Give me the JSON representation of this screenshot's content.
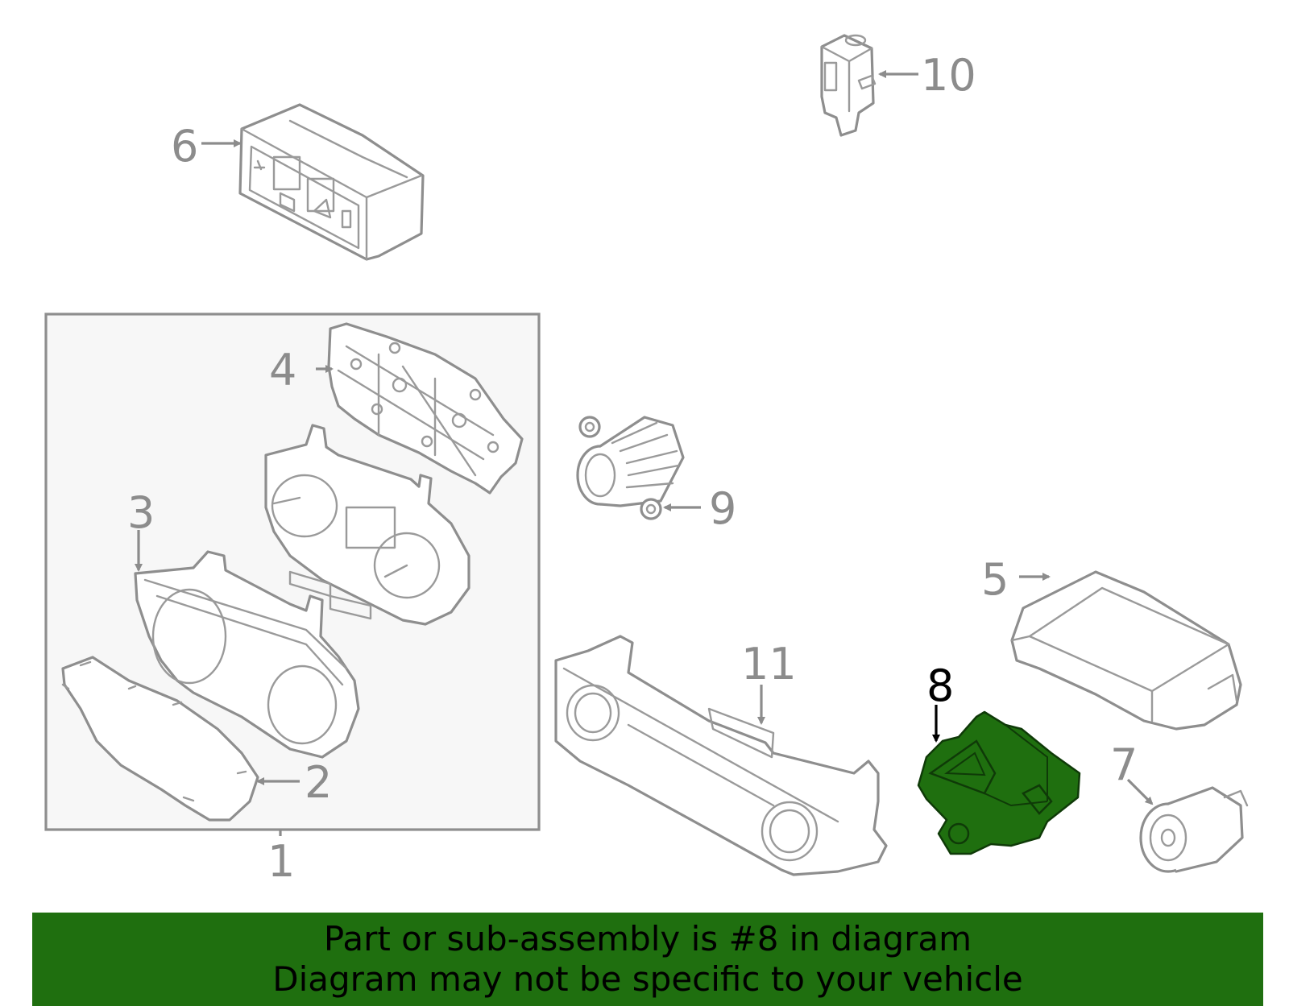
{
  "diagram": {
    "highlight_color": "#1f6f0f",
    "callouts": [
      {
        "id": "1",
        "label": "1"
      },
      {
        "id": "2",
        "label": "2"
      },
      {
        "id": "3",
        "label": "3"
      },
      {
        "id": "4",
        "label": "4"
      },
      {
        "id": "5",
        "label": "5"
      },
      {
        "id": "6",
        "label": "6"
      },
      {
        "id": "7",
        "label": "7"
      },
      {
        "id": "8",
        "label": "8",
        "highlighted": true
      },
      {
        "id": "9",
        "label": "9"
      },
      {
        "id": "10",
        "label": "10"
      },
      {
        "id": "11",
        "label": "11"
      }
    ]
  },
  "banner": {
    "line1": "Part or sub-assembly is #8 in diagram",
    "line2": "Diagram may not be specific to your vehicle",
    "background": "#1f6f0f"
  }
}
